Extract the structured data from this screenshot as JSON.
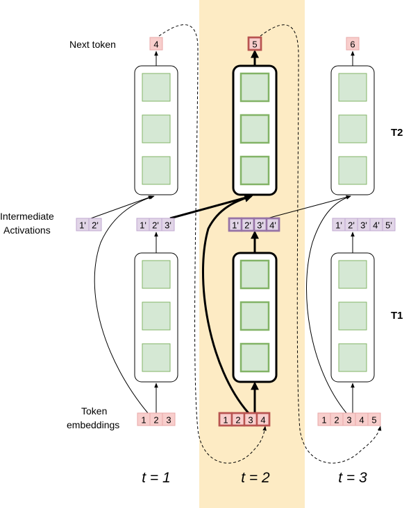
{
  "colors": {
    "highlight_band": "#fdebc4",
    "token_fill": "#f8cecc",
    "token_stroke_normal": "#e8a8a8",
    "token_stroke_emph": "#b85450",
    "activation_fill": "#e1d5e7",
    "activation_stroke_normal": "#c0a8d0",
    "activation_stroke_emph": "#9673a6",
    "layer_fill": "#d5e8d4",
    "layer_stroke": "#82b366"
  },
  "labels": {
    "next_token": "Next token",
    "intermediate_line1": "Intermediate",
    "intermediate_line2": "Activations",
    "token_emb_line1": "Token",
    "token_emb_line2": "embeddings",
    "block_upper": "T2",
    "block_lower": "T1"
  },
  "steps": [
    {
      "label": "t = 1",
      "next_token": "4",
      "input_tokens": [
        "1",
        "2",
        "3"
      ],
      "prev_activations": [
        "1'",
        "2'"
      ],
      "activations": [
        "1'",
        "2'",
        "3'"
      ],
      "highlighted": false
    },
    {
      "label": "t = 2",
      "next_token": "5",
      "input_tokens": [
        "1",
        "2",
        "3",
        "4"
      ],
      "prev_activations": [],
      "activations": [
        "1'",
        "2'",
        "3'",
        "4'"
      ],
      "highlighted": true
    },
    {
      "label": "t = 3",
      "next_token": "6",
      "input_tokens": [
        "1",
        "2",
        "3",
        "4",
        "5"
      ],
      "prev_activations": [],
      "activations": [
        "1'",
        "2'",
        "3'",
        "4'",
        "5'"
      ],
      "highlighted": false
    }
  ]
}
